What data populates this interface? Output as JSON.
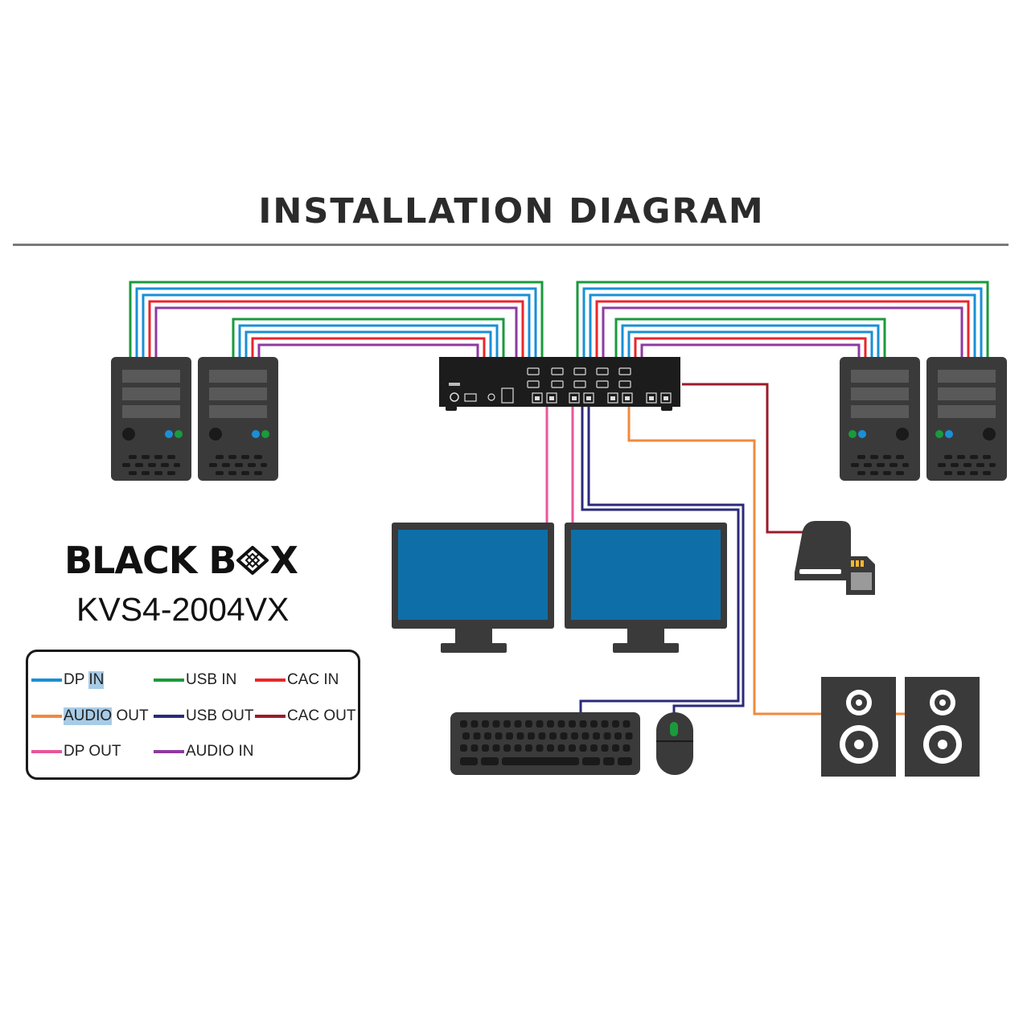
{
  "title": "INSTALLATION DIAGRAM",
  "brand": {
    "name_part1": "BLACK B",
    "name_part2": "X"
  },
  "model": "KVS4-2004VX",
  "legend": [
    {
      "label_pre": "DP ",
      "label_hl": "IN",
      "label_post": "",
      "color": "#1a8fd6"
    },
    {
      "label_pre": "",
      "label_hl": "",
      "label_post": "USB IN",
      "color": "#1a9a3c"
    },
    {
      "label_pre": "",
      "label_hl": "",
      "label_post": "CAC IN",
      "color": "#e8262b"
    },
    {
      "label_pre": "",
      "label_hl": "AUDIO",
      "label_post": " OUT",
      "color": "#f08a3c"
    },
    {
      "label_pre": "",
      "label_hl": "",
      "label_post": "USB OUT",
      "color": "#2b2a7a"
    },
    {
      "label_pre": "",
      "label_hl": "",
      "label_post": "CAC OUT",
      "color": "#9b1b2a"
    },
    {
      "label_pre": "",
      "label_hl": "",
      "label_post": "DP OUT",
      "color": "#e9559c"
    },
    {
      "label_pre": "",
      "label_hl": "",
      "label_post": "AUDIO IN",
      "color": "#8e3aa0"
    }
  ],
  "colors": {
    "dp_in": "#1a8fd6",
    "usb_in": "#1a9a3c",
    "cac_in": "#e8262b",
    "audio_out": "#f08a3c",
    "usb_out": "#2b2a7a",
    "cac_out": "#9b1b2a",
    "dp_out": "#e9559c",
    "audio_in": "#8e3aa0",
    "device": "#3a3a3a",
    "screen": "#0e6fa8"
  },
  "icons": [
    "computer-tower-icon",
    "kvm-switch-icon",
    "monitor-icon",
    "keyboard-icon",
    "mouse-icon",
    "card-reader-icon",
    "speaker-icon"
  ]
}
